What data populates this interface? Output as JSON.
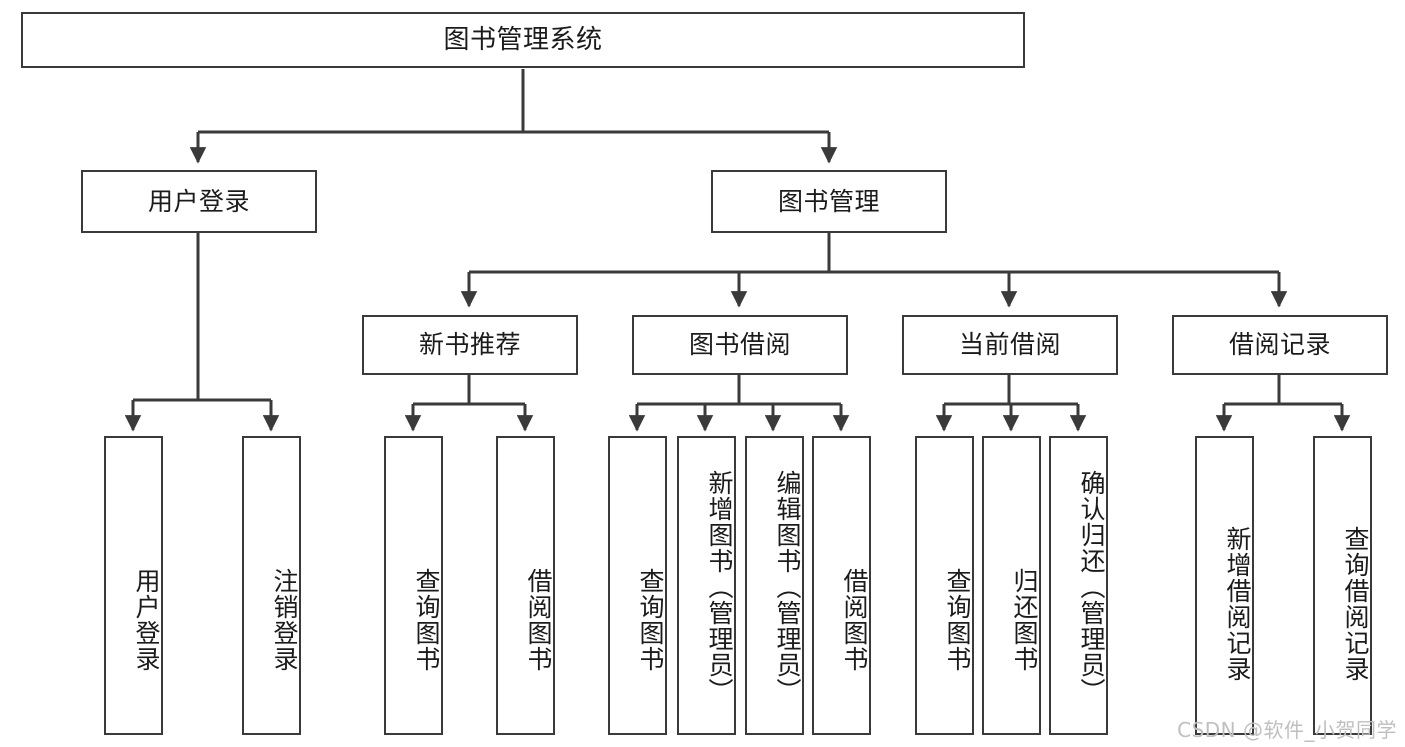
{
  "diagram": {
    "title": "图书管理系统",
    "type": "tree-hierarchy-chart",
    "watermark": "CSDN @软件_小贺同学"
  },
  "nodes": {
    "root": {
      "label": "图书管理系统"
    },
    "level2": [
      {
        "label": "用户登录"
      },
      {
        "label": "图书管理"
      }
    ],
    "level3": [
      {
        "label": "新书推荐"
      },
      {
        "label": "图书借阅"
      },
      {
        "label": "当前借阅"
      },
      {
        "label": "借阅记录"
      }
    ],
    "leaves": [
      {
        "label": "用户登录"
      },
      {
        "label": "注销登录"
      },
      {
        "label": "查询图书"
      },
      {
        "label": "借阅图书"
      },
      {
        "label": "查询图书"
      },
      {
        "label": "新增图书（管理员）"
      },
      {
        "label": "编辑图书（管理员）"
      },
      {
        "label": "借阅图书"
      },
      {
        "label": "查询图书"
      },
      {
        "label": "归还图书"
      },
      {
        "label": "确认归还（管理员）"
      },
      {
        "label": "新增借阅记录"
      },
      {
        "label": "查询借阅记录"
      }
    ]
  },
  "colors": {
    "stroke": "#3a3a3a",
    "text": "#1b1b1b",
    "background": "#ffffff",
    "watermark": "#bfbfbf"
  }
}
